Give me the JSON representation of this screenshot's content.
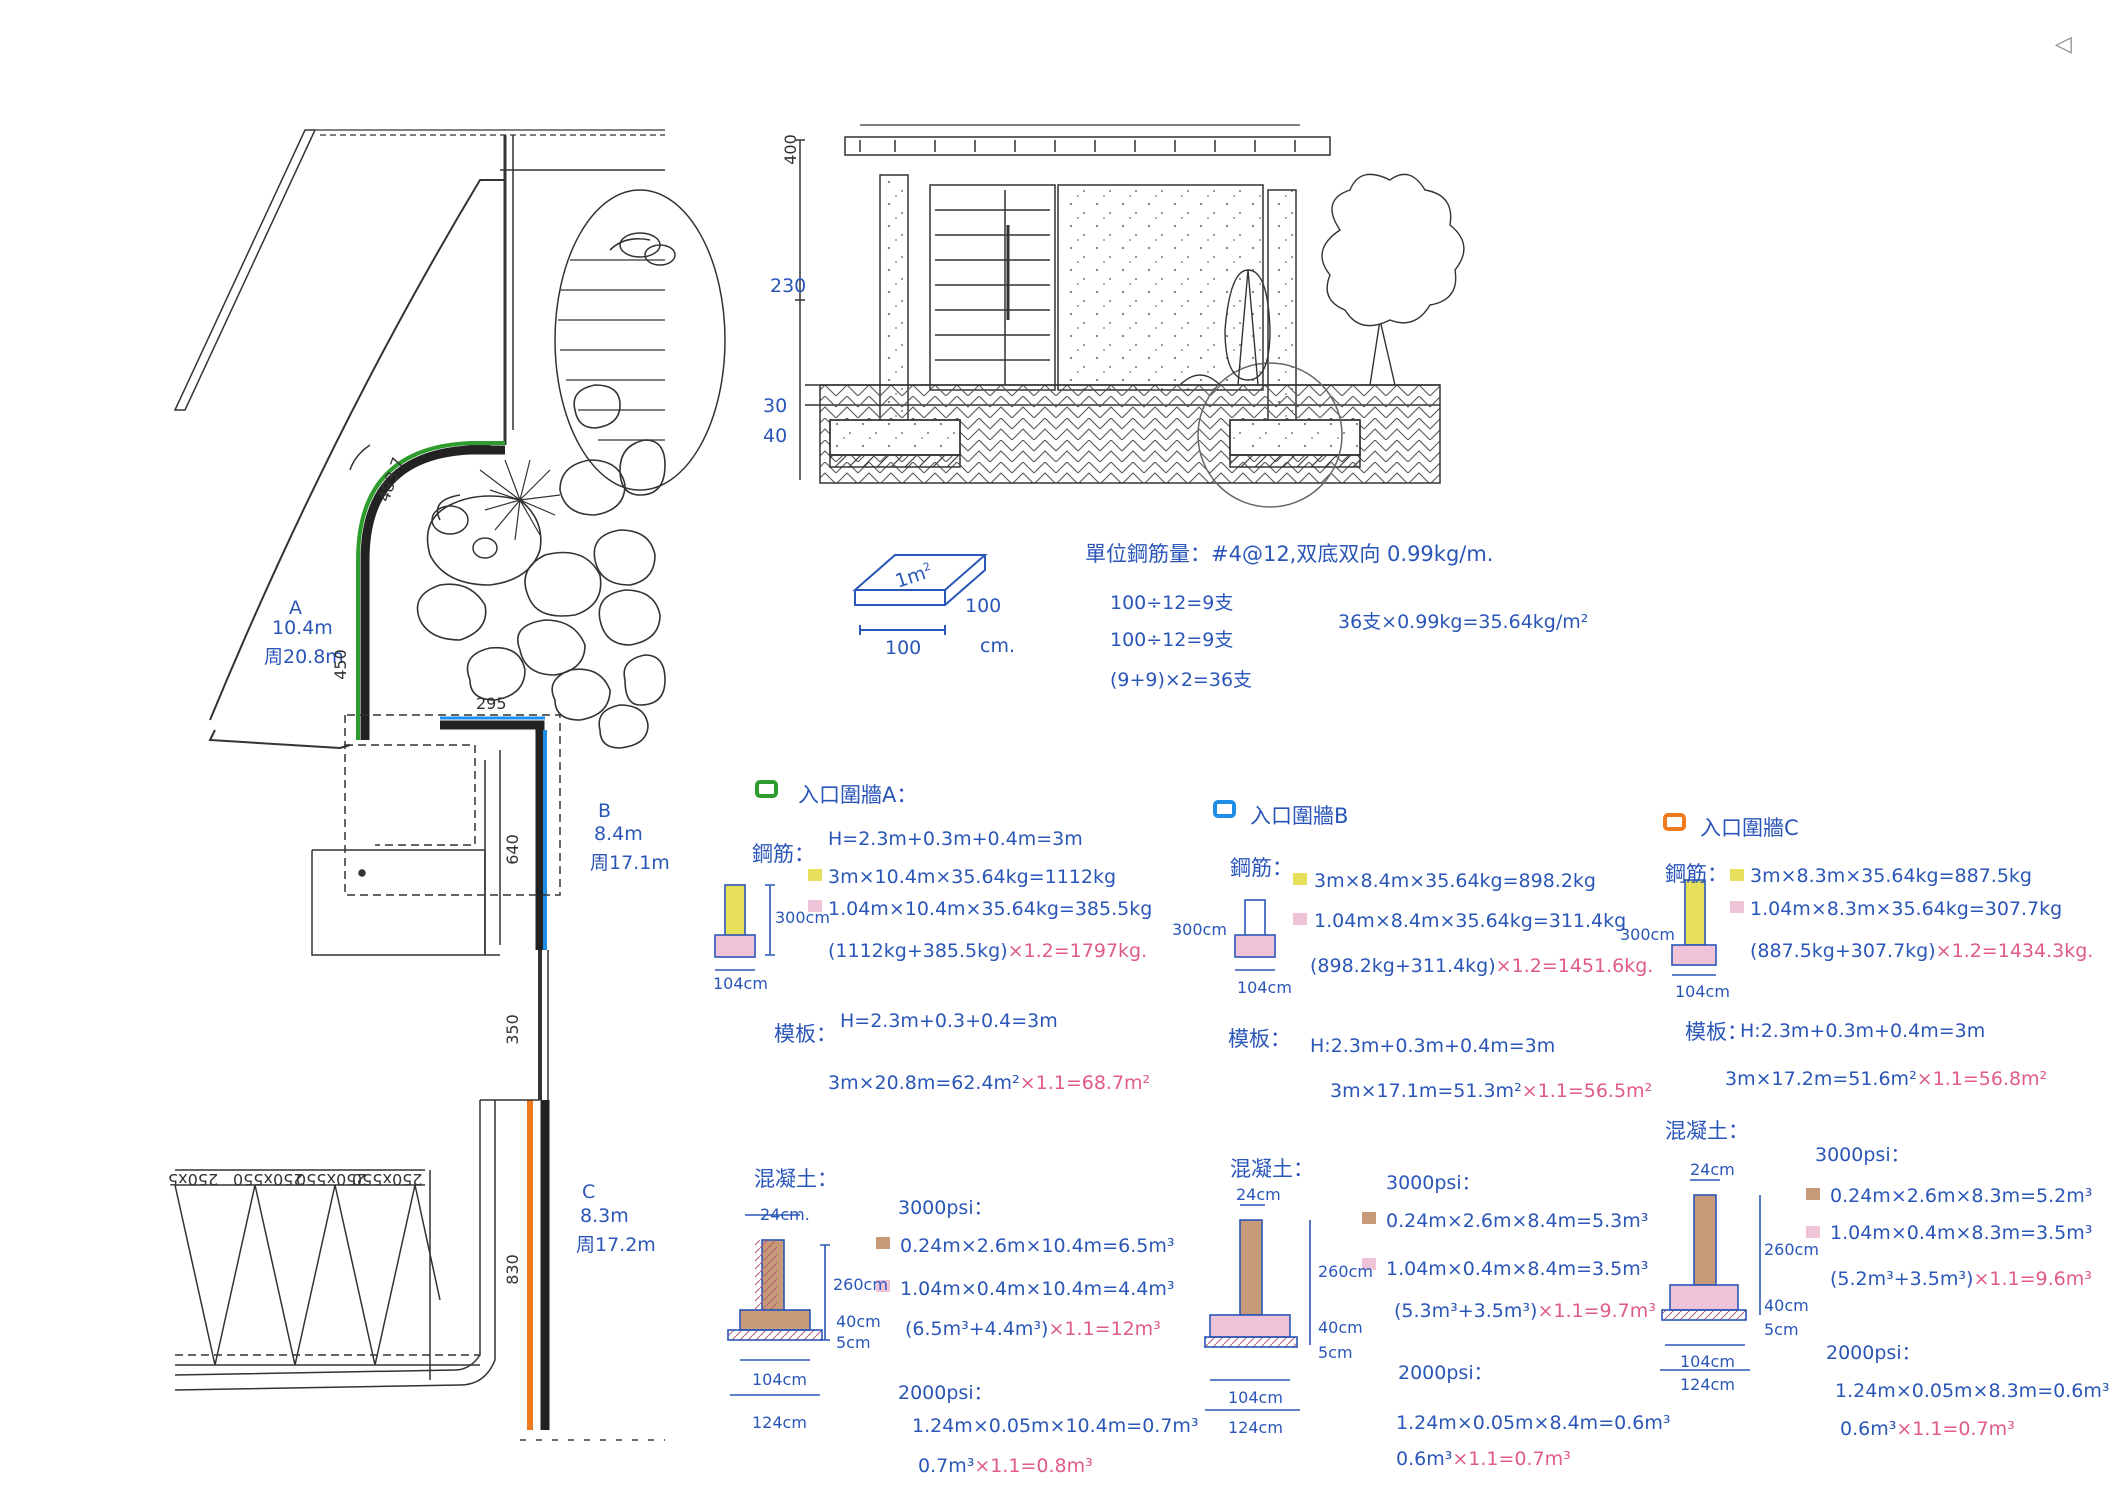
{
  "sheet_marker": "◁",
  "colors": {
    "ink": "#2a56b8",
    "red_ink": "#e05a8c",
    "wall_a": "#2e9d2e",
    "wall_b": "#1e8ee8",
    "wall_c": "#f07a1e",
    "rebar_swatch": "#e6e05a",
    "pink_swatch": "#f0c4d8",
    "concrete_swatch": "#c99a7a"
  },
  "plan": {
    "wall_a": {
      "label": "A",
      "length": "10.4m",
      "perimeter": "周20.8m"
    },
    "wall_b": {
      "label": "B",
      "length": "8.4m",
      "perimeter": "周17.1m"
    },
    "wall_c": {
      "label": "C",
      "length": "8.3m",
      "perimeter": "周17.2m"
    },
    "dims": {
      "d_4837": "483.7",
      "d_450": "450",
      "d_295": "295",
      "d_640": "640",
      "d_350": "350",
      "d_830": "830"
    },
    "tiles": [
      "250x5",
      "250x550",
      "250x550",
      "250x550"
    ]
  },
  "section": {
    "dims": {
      "d_400_top": "400",
      "d_230": "230",
      "d_30": "30",
      "d_40": "40"
    },
    "slab_label": "1m",
    "slab_sup": "2",
    "slab_w": "100",
    "slab_h": "100",
    "slab_unit": "cm."
  },
  "unit_rebar": {
    "title": "單位鋼筋量：#4@12,双底双向 0.99kg/m.",
    "line1": "100÷12=9支",
    "line2": "100÷12=9支",
    "line3": "(9+9)×2=36支",
    "result": "36支×0.99kg=35.64kg/m²"
  },
  "walls": [
    {
      "title": "入口圍牆A：",
      "rebar_label": "鋼筋：",
      "height_formula": "H=2.3m+0.3m+0.4m=3m",
      "rebar_line1": "3m×10.4m×35.64kg=1112kg",
      "rebar_line2": "1.04m×10.4m×35.64kg=385.5kg",
      "rebar_sum": "(1112kg+385.5kg)",
      "rebar_total": "×1.2=1797kg.",
      "elev_height": "300cm",
      "elev_width": "104cm",
      "form_label": "模板：",
      "form_height": "H=2.3m+0.3+0.4=3m",
      "form_calc": "3m×20.8m=62.4m²",
      "form_total": "×1.1=68.7m²",
      "concrete_label": "混凝土：",
      "psi3000": "3000psi：",
      "c_line1": "0.24m×2.6m×10.4m=6.5m³",
      "c_line2": "1.04m×0.4m×10.4m=4.4m³",
      "c_sum": "(6.5m³+4.4m³)",
      "c_total": "×1.1=12m³",
      "psi2000": "2000psi：",
      "c2_line1": "1.24m×0.05m×10.4m=0.7m³",
      "c2_line2": "0.7m³",
      "c2_total": "×1.1=0.8m³",
      "footing_dims": {
        "top": "24cm.",
        "h260": "260cm",
        "h40": "40cm",
        "h5": "5cm",
        "w104": "104cm",
        "w124": "124cm"
      }
    },
    {
      "title": "入口圍牆B",
      "rebar_label": "鋼筋：",
      "rebar_line1": "3m×8.4m×35.64kg=898.2kg",
      "rebar_line2": "1.04m×8.4m×35.64kg=311.4kg",
      "rebar_sum": "(898.2kg+311.4kg)",
      "rebar_total": "×1.2=1451.6kg.",
      "elev_height": "300cm",
      "elev_width": "104cm",
      "form_label": "模板：",
      "form_height": "H:2.3m+0.3m+0.4m=3m",
      "form_calc": "3m×17.1m=51.3m²",
      "form_total": "×1.1=56.5m²",
      "concrete_label": "混凝土：",
      "psi3000": "3000psi：",
      "c_line1": "0.24m×2.6m×8.4m=5.3m³",
      "c_line2": "1.04m×0.4m×8.4m=3.5m³",
      "c_sum": "(5.3m³+3.5m³)",
      "c_total": "×1.1=9.7m³",
      "psi2000": "2000psi：",
      "c2_line1": "1.24m×0.05m×8.4m=0.6m³",
      "c2_line2": "0.6m³",
      "c2_total": "×1.1=0.7m³",
      "footing_dims": {
        "top": "24cm",
        "h260": "260cm",
        "h40": "40cm",
        "h5": "5cm",
        "w104": "104cm",
        "w124": "124cm"
      }
    },
    {
      "title": "入口圍牆C",
      "rebar_label": "鋼筋：",
      "rebar_line1": "3m×8.3m×35.64kg=887.5kg",
      "rebar_line2": "1.04m×8.3m×35.64kg=307.7kg",
      "rebar_sum": "(887.5kg+307.7kg)",
      "rebar_total": "×1.2=1434.3kg.",
      "elev_height": "300cm",
      "elev_width": "104cm",
      "form_label": "模板：",
      "form_height": "H:2.3m+0.3m+0.4m=3m",
      "form_calc": "3m×17.2m=51.6m²",
      "form_total": "×1.1=56.8m²",
      "concrete_label": "混凝土：",
      "psi3000": "3000psi：",
      "c_line1": "0.24m×2.6m×8.3m=5.2m³",
      "c_line2": "1.04m×0.4m×8.3m=3.5m³",
      "c_sum": "(5.2m³+3.5m³)",
      "c_total": "×1.1=9.6m³",
      "psi2000": "2000psi：",
      "c2_line1": "1.24m×0.05m×8.3m=0.6m³",
      "c2_line2": "0.6m³",
      "c2_total": "×1.1=0.7m³",
      "footing_dims": {
        "top": "24cm",
        "h260": "260cm",
        "h40": "40cm",
        "h5": "5cm",
        "w104": "104cm",
        "w124": "124cm"
      }
    }
  ]
}
